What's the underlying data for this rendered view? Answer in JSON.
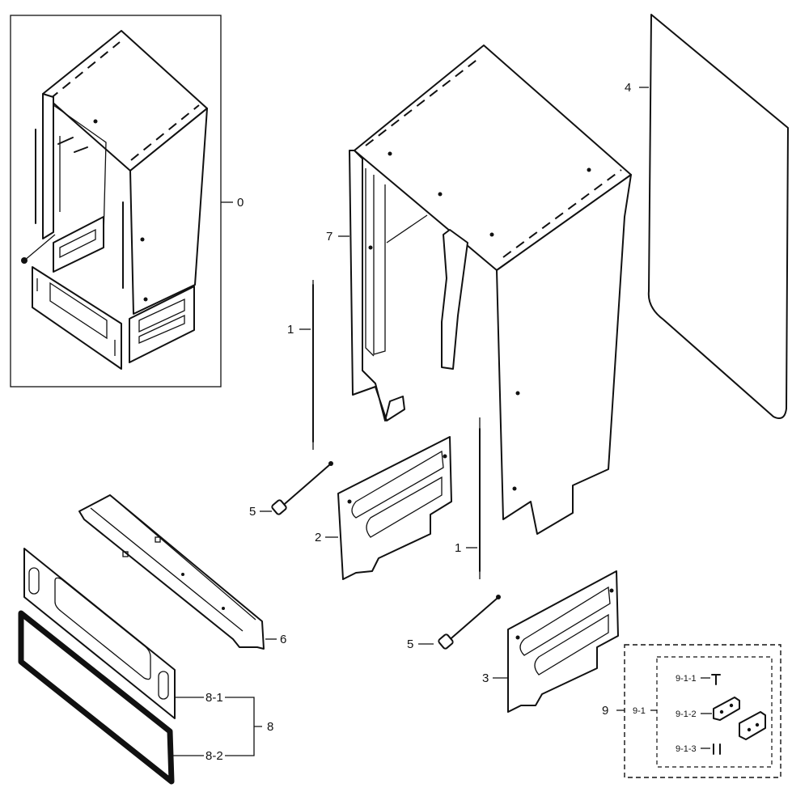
{
  "callouts": {
    "c0": "0",
    "c1a": "1",
    "c1b": "1",
    "c2": "2",
    "c3": "3",
    "c4": "4",
    "c5a": "5",
    "c5b": "5",
    "c6": "6",
    "c7": "7",
    "c8": "8",
    "c8_1": "8-1",
    "c8_2": "8-2",
    "c9": "9",
    "c9_1": "9-1",
    "c9_1_1": "9-1-1",
    "c9_1_2": "9-1-2",
    "c9_1_3": "9-1-3"
  }
}
